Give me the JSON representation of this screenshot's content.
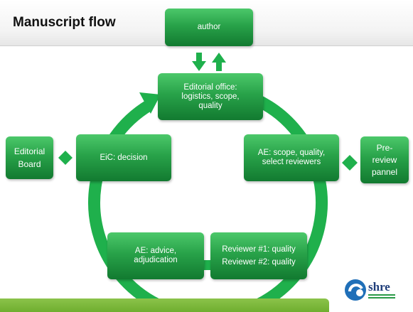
{
  "slide": {
    "title": "Manuscript flow"
  },
  "nodes": {
    "author": "author",
    "editorial_office": "Editorial office:\nlogistics, scope,\nquality",
    "ae_scope": "AE: scope, quality,\nselect reviewers",
    "eic": "EiC: decision",
    "ae_advice": "AE: advice,\nadjudication",
    "reviewers": "Reviewer #1: quality\nReviewer #2: quality",
    "editorial_board": "Editorial\nBoard",
    "pre_review": "Pre-\nreview\npannel"
  },
  "logo": {
    "text": "shre"
  },
  "colors": {
    "green_dark": "#127a30",
    "green": "#28a249",
    "green_light": "#4cc86a",
    "band": "#8bc34a"
  }
}
